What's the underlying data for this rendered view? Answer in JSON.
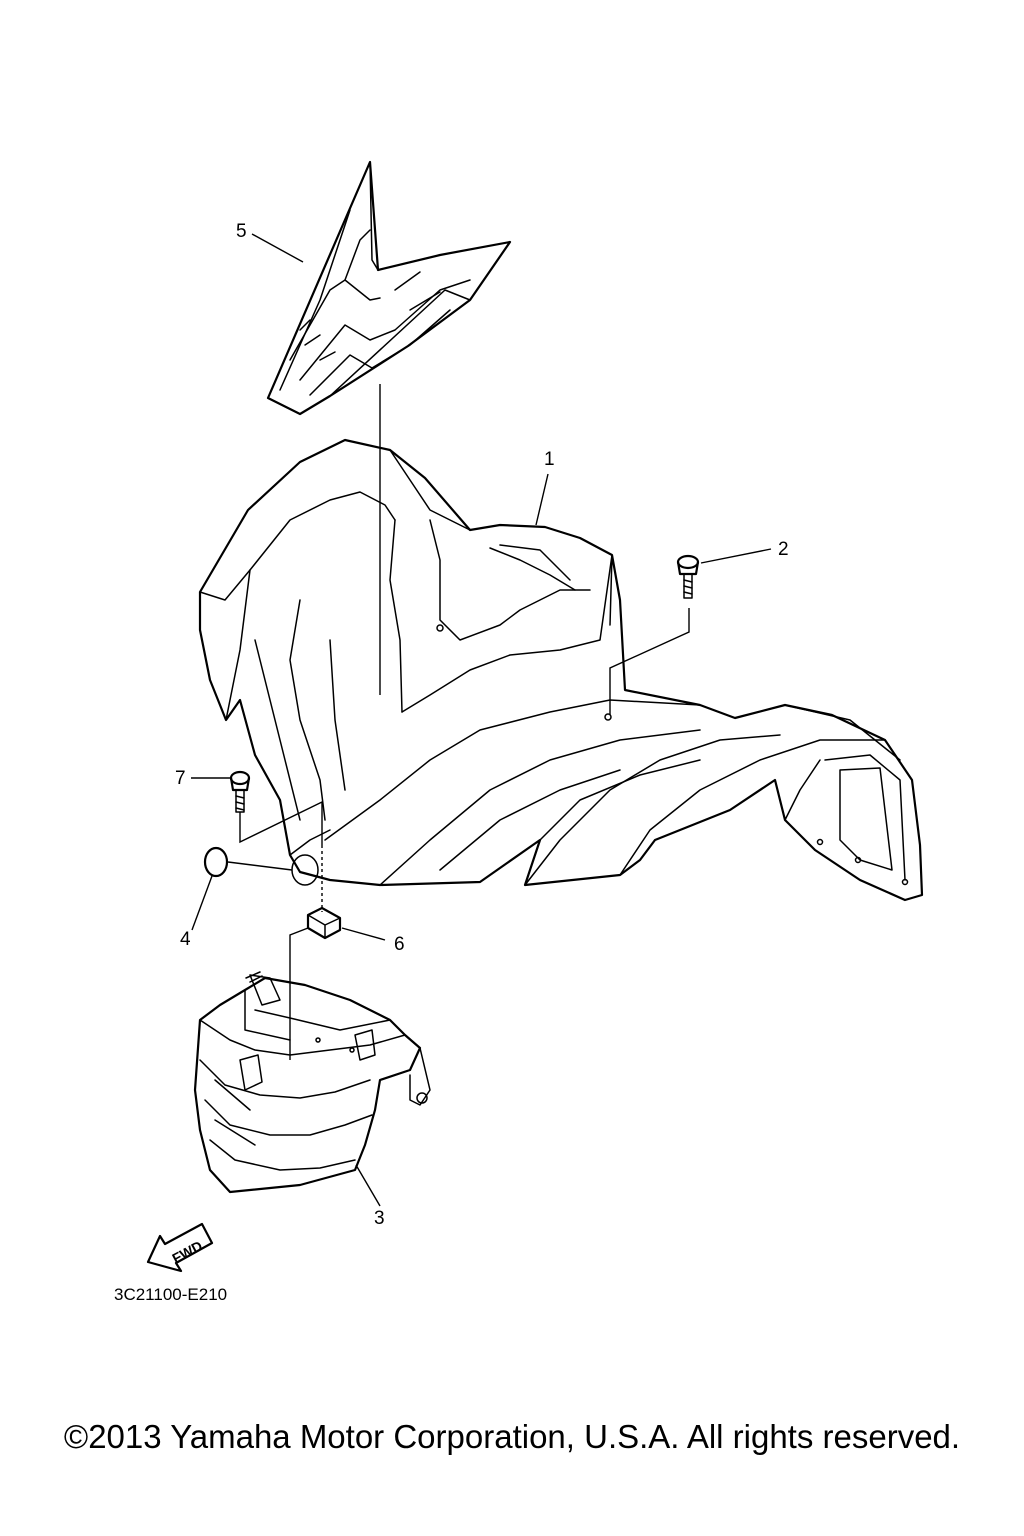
{
  "diagram": {
    "code": "3C21100-E210",
    "fwd_label": "FWD",
    "callouts": [
      {
        "id": "1",
        "label": "1"
      },
      {
        "id": "2",
        "label": "2"
      },
      {
        "id": "3",
        "label": "3"
      },
      {
        "id": "4",
        "label": "4"
      },
      {
        "id": "5",
        "label": "5"
      },
      {
        "id": "6",
        "label": "6"
      },
      {
        "id": "7",
        "label": "7"
      }
    ]
  },
  "footer": {
    "copyright": "©2013 Yamaha Motor Corporation, U.S.A. All rights reserved."
  }
}
